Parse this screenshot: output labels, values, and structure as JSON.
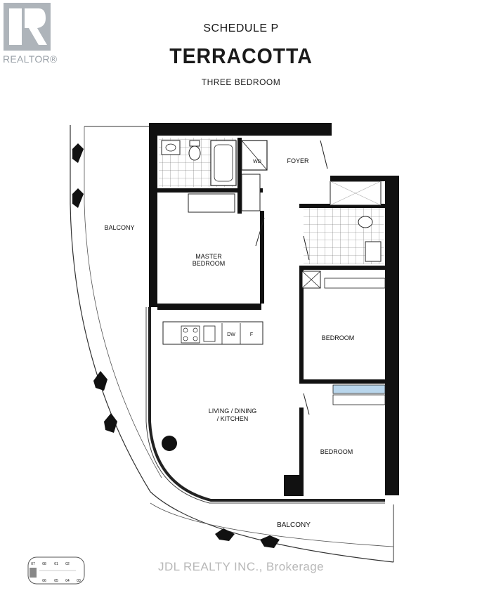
{
  "header": {
    "schedule": "SCHEDULE P",
    "suite_name": "TERRACOTTA",
    "suite_type": "THREE BEDROOM"
  },
  "logo": {
    "text": "REALTOR®"
  },
  "rooms": {
    "balcony_west": "BALCONY",
    "balcony_south": "BALCONY",
    "master_line1": "MASTER",
    "master_line2": "BEDROOM",
    "bedroom_2": "BEDROOM",
    "bedroom_3": "BEDROOM",
    "living_line1": "LIVING / DINING",
    "living_line2": "/ KITCHEN",
    "foyer": "FOYER"
  },
  "appliances": {
    "washer_dryer": "WD",
    "dishwasher": "DW",
    "fridge": "F"
  },
  "key_plan": {
    "units": [
      "07",
      "08",
      "01",
      "02",
      "06",
      "05",
      "04",
      "03"
    ]
  },
  "watermark": {
    "brokerage": "JDL REALTY INC., Brokerage"
  },
  "colors": {
    "wall": "#111111",
    "line": "#333333",
    "logo_gray": "#aeb4ba",
    "window_blue": "#b9d6ec"
  }
}
